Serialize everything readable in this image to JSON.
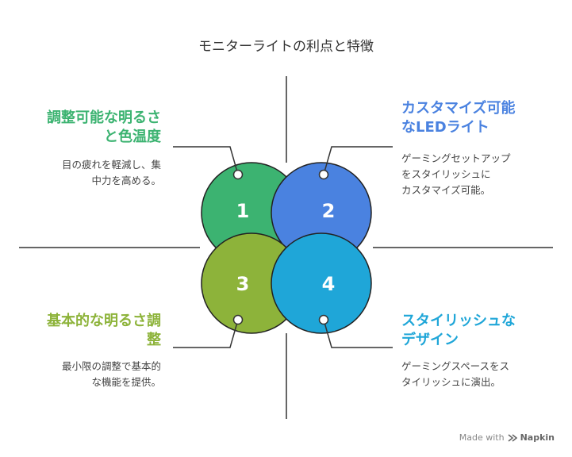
{
  "title": "モニターライトの利点と特徴",
  "colors": {
    "green": "#3CB371",
    "blue": "#4A82E0",
    "olive": "#8DB33A",
    "cyan": "#1FA6D8",
    "line": "#333333",
    "circle_stroke": "#222222"
  },
  "quadrants": [
    {
      "number": "1",
      "heading": "調整可能な明るさ\nと色温度",
      "description": "目の疲れを軽減し、集\n中力を高める。",
      "color": "#3CB371"
    },
    {
      "number": "2",
      "heading": "カスタマイズ可能\nなLEDライト",
      "description": "ゲーミングセットアップ\nをスタイリッシュに\nカスタマイズ可能。",
      "color": "#4A82E0"
    },
    {
      "number": "3",
      "heading": "基本的な明るさ調\n整",
      "description": "最小限の調整で基本的\nな機能を提供。",
      "color": "#8DB33A"
    },
    {
      "number": "4",
      "heading": "スタイリッシュな\nデザイン",
      "description": "ゲーミングスペースをス\nタイリッシュに演出。",
      "color": "#1FA6D8"
    }
  ],
  "footer": {
    "made_with": "Made with",
    "brand": "Napkin"
  }
}
